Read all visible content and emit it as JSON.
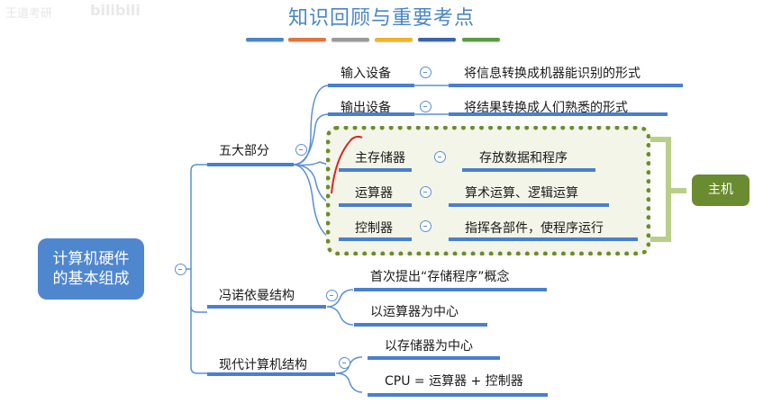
{
  "watermark": {
    "text": "王道考研",
    "logo": "bilibili"
  },
  "title": "知识回顾与重要考点",
  "stripe_colors": [
    "#4a86c5",
    "#e0763a",
    "#9a9a9a",
    "#f0b42a",
    "#3d63ad",
    "#5a9a3e"
  ],
  "root": {
    "line1": "计算机硬件",
    "line2": "的基本组成"
  },
  "branches": {
    "five_parts": {
      "label": "五大部分",
      "items": [
        {
          "label": "输入设备",
          "desc": "将信息转换成机器能识别的形式"
        },
        {
          "label": "输出设备",
          "desc": "将结果转换成人们熟悉的形式"
        },
        {
          "label": "主存储器",
          "desc": "存放数据和程序"
        },
        {
          "label": "运算器",
          "desc": "算术运算、逻辑运算"
        },
        {
          "label": "控制器",
          "desc": "指挥各部件，使程序运行"
        }
      ],
      "group_label": "主机"
    },
    "von_neumann": {
      "label": "冯诺依曼结构",
      "items": [
        "首次提出“存储程序”概念",
        "以运算器为中心"
      ]
    },
    "modern": {
      "label": "现代计算机结构",
      "items": [
        "以存储器为中心",
        "CPU = 运算器 + 控制器"
      ]
    }
  },
  "colors": {
    "accent": "#4a7fcc",
    "root_bg": "#4f87cf",
    "host_bg": "#6a8c30",
    "group_border": "#6f8a2e",
    "annotation": "#e02020"
  }
}
